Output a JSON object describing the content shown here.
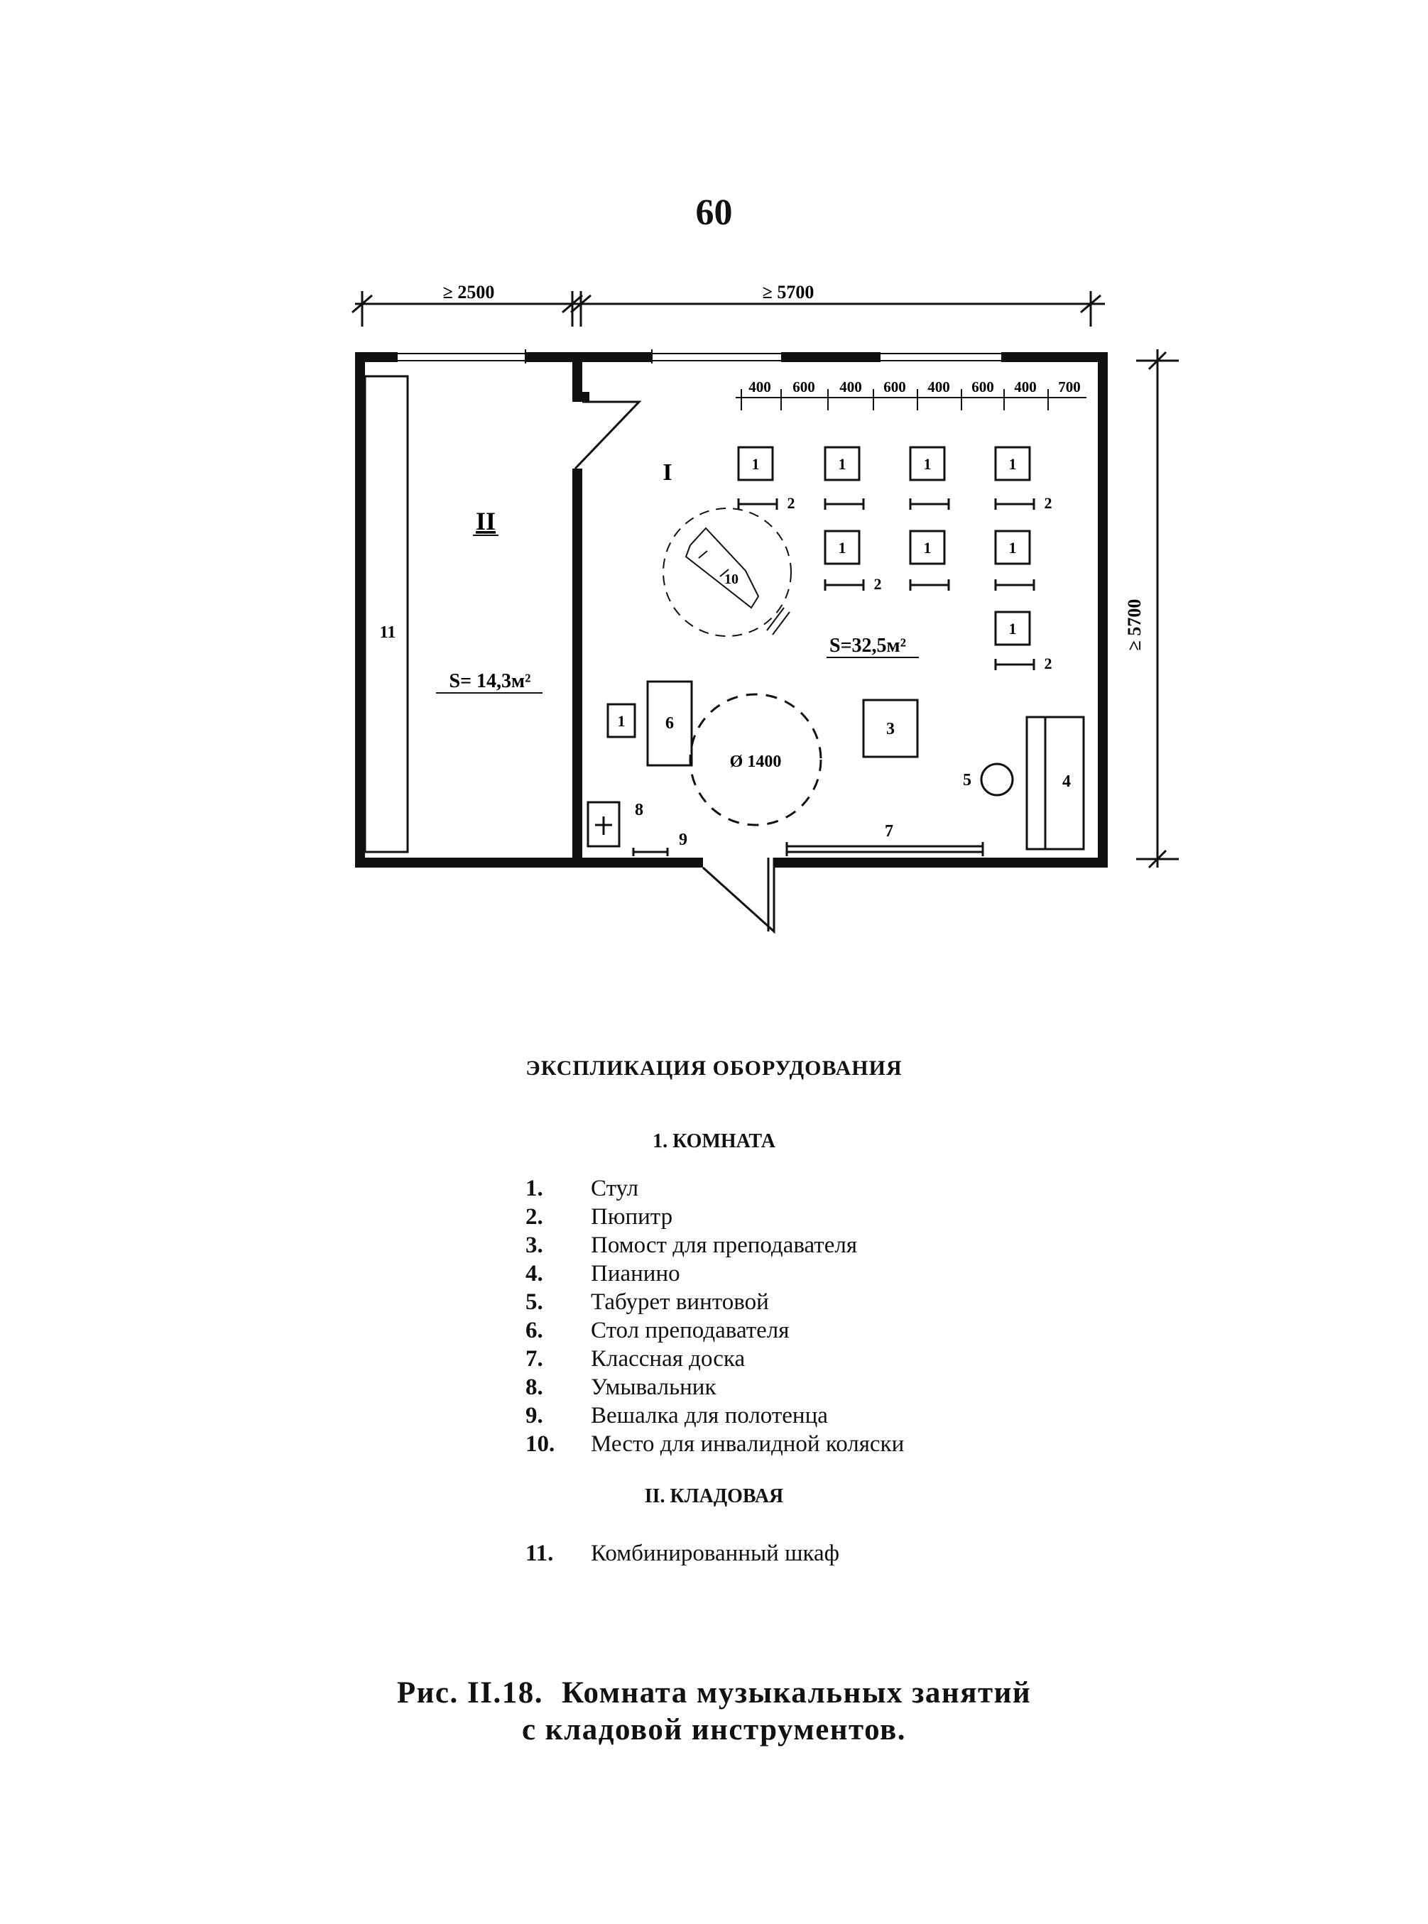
{
  "page_number": "60",
  "plan": {
    "dimensions": {
      "pantry_width": "≥ 2500",
      "room_width": "≥ 5700",
      "height": "≥ 5700",
      "desk_spacing": [
        "400",
        "600",
        "400",
        "600",
        "400",
        "600",
        "400",
        "700"
      ],
      "circle_diameter": "Ø 1400"
    },
    "rooms": {
      "room_label": "I",
      "pantry_label": "II",
      "room_area": "S=32,5м²",
      "pantry_area": "S= 14,3м²"
    },
    "item_markers": {
      "chair": "1",
      "music_stand": "2",
      "podium": "3",
      "piano": "4",
      "stool": "5",
      "desk": "6",
      "blackboard": "7",
      "washbasin": "8",
      "towel_rack": "9",
      "wheelchair": "10",
      "cabinet": "11"
    }
  },
  "legend": {
    "title": "ЭКСПЛИКАЦИЯ ОБОРУДОВАНИЯ",
    "section1_title": "1. КОМНАТА",
    "section1_items": [
      {
        "num": "1.",
        "label": "Стул"
      },
      {
        "num": "2.",
        "label": "Пюпитр"
      },
      {
        "num": "3.",
        "label": "Помост для преподавателя"
      },
      {
        "num": "4.",
        "label": "Пианино"
      },
      {
        "num": "5.",
        "label": "Табурет винтовой"
      },
      {
        "num": "6.",
        "label": "Стол преподавателя"
      },
      {
        "num": "7.",
        "label": "Классная доска"
      },
      {
        "num": "8.",
        "label": "Умывальник"
      },
      {
        "num": "9.",
        "label": "Вешалка для полотенца"
      },
      {
        "num": "10.",
        "label": "Место для инвалидной коляски"
      }
    ],
    "section2_title": "II. КЛАДОВАЯ",
    "section2_items": [
      {
        "num": "11.",
        "label": "Комбинированный шкаф"
      }
    ]
  },
  "caption": {
    "label": "Рис. II.18.",
    "line1": "Комната музыкальных занятий",
    "line2": "с кладовой инструментов."
  }
}
